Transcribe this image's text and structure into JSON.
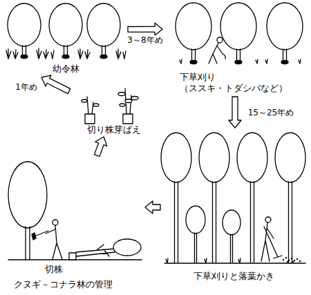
{
  "diagram": {
    "caption": "クヌギ－コナラ林の管理",
    "nodes": [
      {
        "text": [
          "幼令林"
        ]
      },
      {
        "text": [
          "下草刈り",
          "（ススキ・トダシバなど）"
        ]
      },
      {
        "text": [
          "下草刈りと落葉かき"
        ]
      },
      {
        "text": [
          "切株"
        ]
      },
      {
        "text": [
          "切り株芽ばえ"
        ]
      }
    ],
    "edges": [
      {
        "from": 0,
        "to": 1,
        "arrow": "to",
        "label": "3～8年め"
      },
      {
        "from": 1,
        "to": 2,
        "arrow": "to",
        "label": "15～25年め"
      },
      {
        "from": 2,
        "to": 3,
        "arrow": "to"
      },
      {
        "from": 3,
        "to": 4,
        "arrow": "to"
      },
      {
        "from": 4,
        "to": 0,
        "arrow": "to",
        "label": "1年め"
      }
    ]
  }
}
